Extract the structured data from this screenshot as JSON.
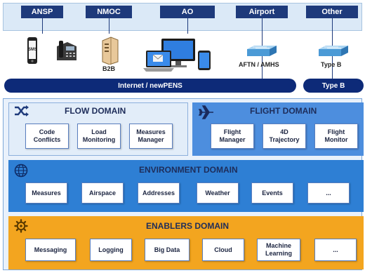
{
  "stakeholders": [
    "ANSP",
    "NMOC",
    "AO",
    "Airport",
    "Other"
  ],
  "device_labels": {
    "sms": "SMS",
    "b2b": "B2B",
    "aftn": "AFTN / AMHS",
    "typeb": "Type B"
  },
  "networks": {
    "internet": "Internet / newPENS",
    "typeb": "Type B"
  },
  "flow_domain": {
    "title": "FLOW DOMAIN",
    "icon": "shuffle-icon",
    "items": [
      "Code\nConflicts",
      "Load\nMonitoring",
      "Measures\nManager"
    ]
  },
  "flight_domain": {
    "title": "FLIGHT DOMAIN",
    "icon": "airplane-icon",
    "items": [
      "Flight\nManager",
      "4D\nTrajectory",
      "Flight\nMonitor"
    ]
  },
  "environment_domain": {
    "title": "ENVIRONMENT DOMAIN",
    "icon": "globe-icon",
    "items": [
      "Measures",
      "Airspace",
      "Addresses",
      "Weather",
      "Events",
      "..."
    ]
  },
  "enablers_domain": {
    "title": "ENABLERS DOMAIN",
    "icon": "gear-icon",
    "items": [
      "Messaging",
      "Logging",
      "Big Data",
      "Cloud",
      "Machine\nLearning",
      "..."
    ]
  },
  "colors": {
    "navy": "#1e3a7b",
    "network_bar": "#0d2a78",
    "flight_panel": "#4d8ede",
    "environment_panel": "#2e7fd4",
    "enablers_panel": "#f3a51f"
  }
}
